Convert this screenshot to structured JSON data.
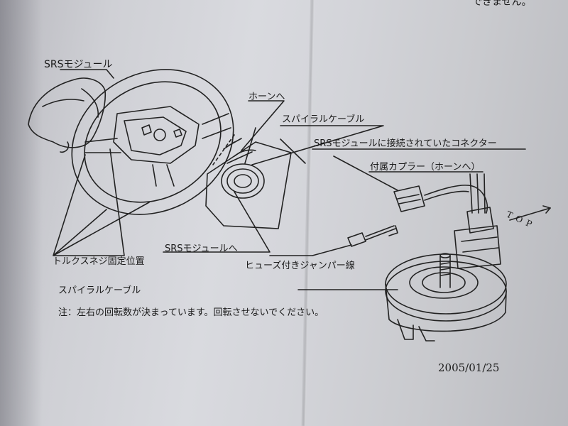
{
  "labels": {
    "top_fragment": "できません。",
    "srs_module": "SRSモジュール",
    "to_horn": "ホーンへ",
    "spiral_cable_top": "スパイラルケーブル",
    "srs_connector": "SRSモジュールに接続されていたコネクター",
    "coupler": "付属カプラー（ホーンへ）",
    "top_arrow": "TOP",
    "torx_screw": "トルクスネジ固定位置",
    "to_srs_module": "SRSモジュールへ",
    "fuse_jumper": "ヒューズ付きジャンパー線",
    "spiral_cable_bottom": "スパイラルケーブル",
    "note": "注：左右の回転数が決まっています。回転させないでください。"
  },
  "date": "2005/01/25"
}
